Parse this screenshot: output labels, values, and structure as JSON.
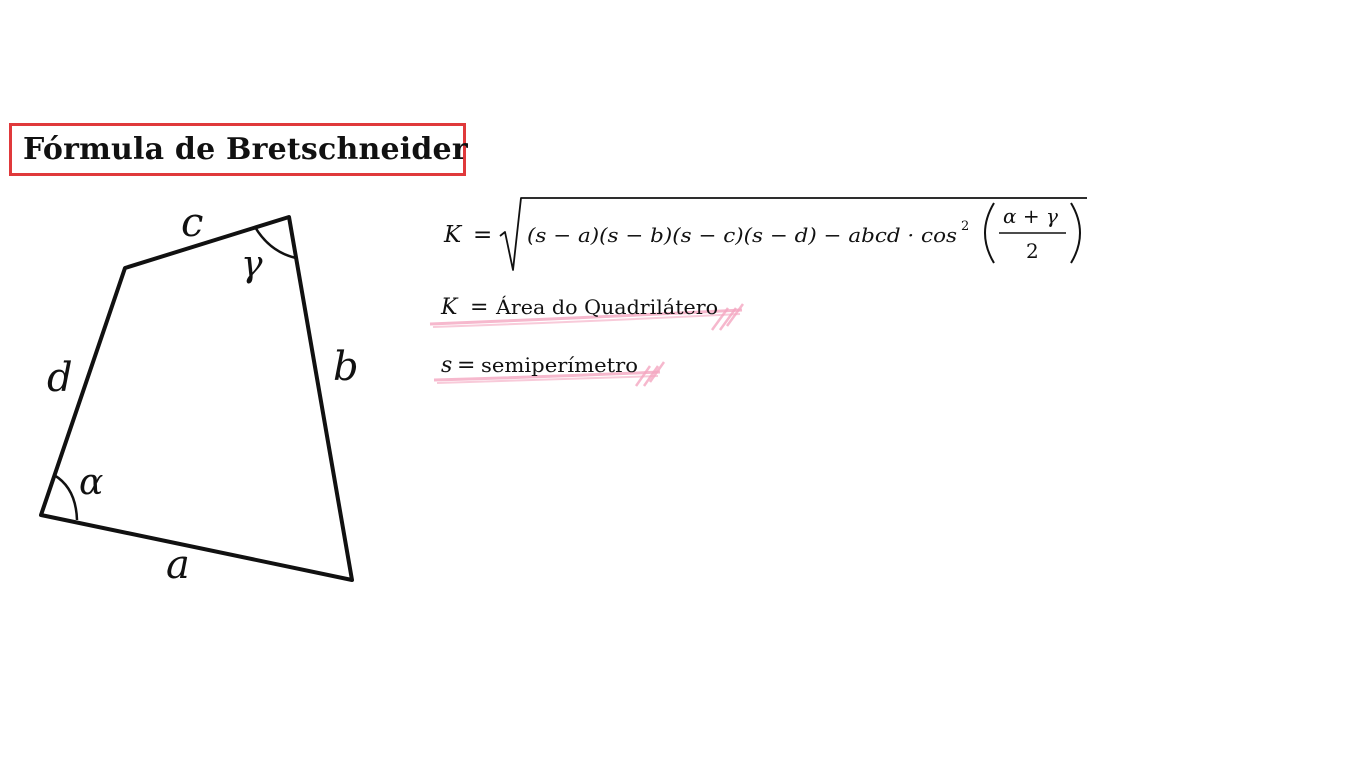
{
  "title": "Fórmula de Bretschneider",
  "quadrilateral": {
    "sides": {
      "a": "a",
      "b": "b",
      "c": "c",
      "d": "d"
    },
    "angles": {
      "alpha": "α",
      "gamma": "γ"
    }
  },
  "formula": {
    "lhs": "K",
    "equals": "=",
    "radicand": "(s − a)(s − b)(s − c)(s − d) − abcd · cos",
    "exponent": "2",
    "fraction_numerator": "α + γ",
    "fraction_denominator": "2"
  },
  "definitions": [
    {
      "symbol": "K",
      "equals": "=",
      "text": "Área do Quadrilátero"
    },
    {
      "symbol": "s",
      "equals": "=",
      "text": "semiperímetro"
    }
  ],
  "colors": {
    "title_border": "#e0393b",
    "highlight": "#f4a6c0",
    "ink": "#111111"
  }
}
